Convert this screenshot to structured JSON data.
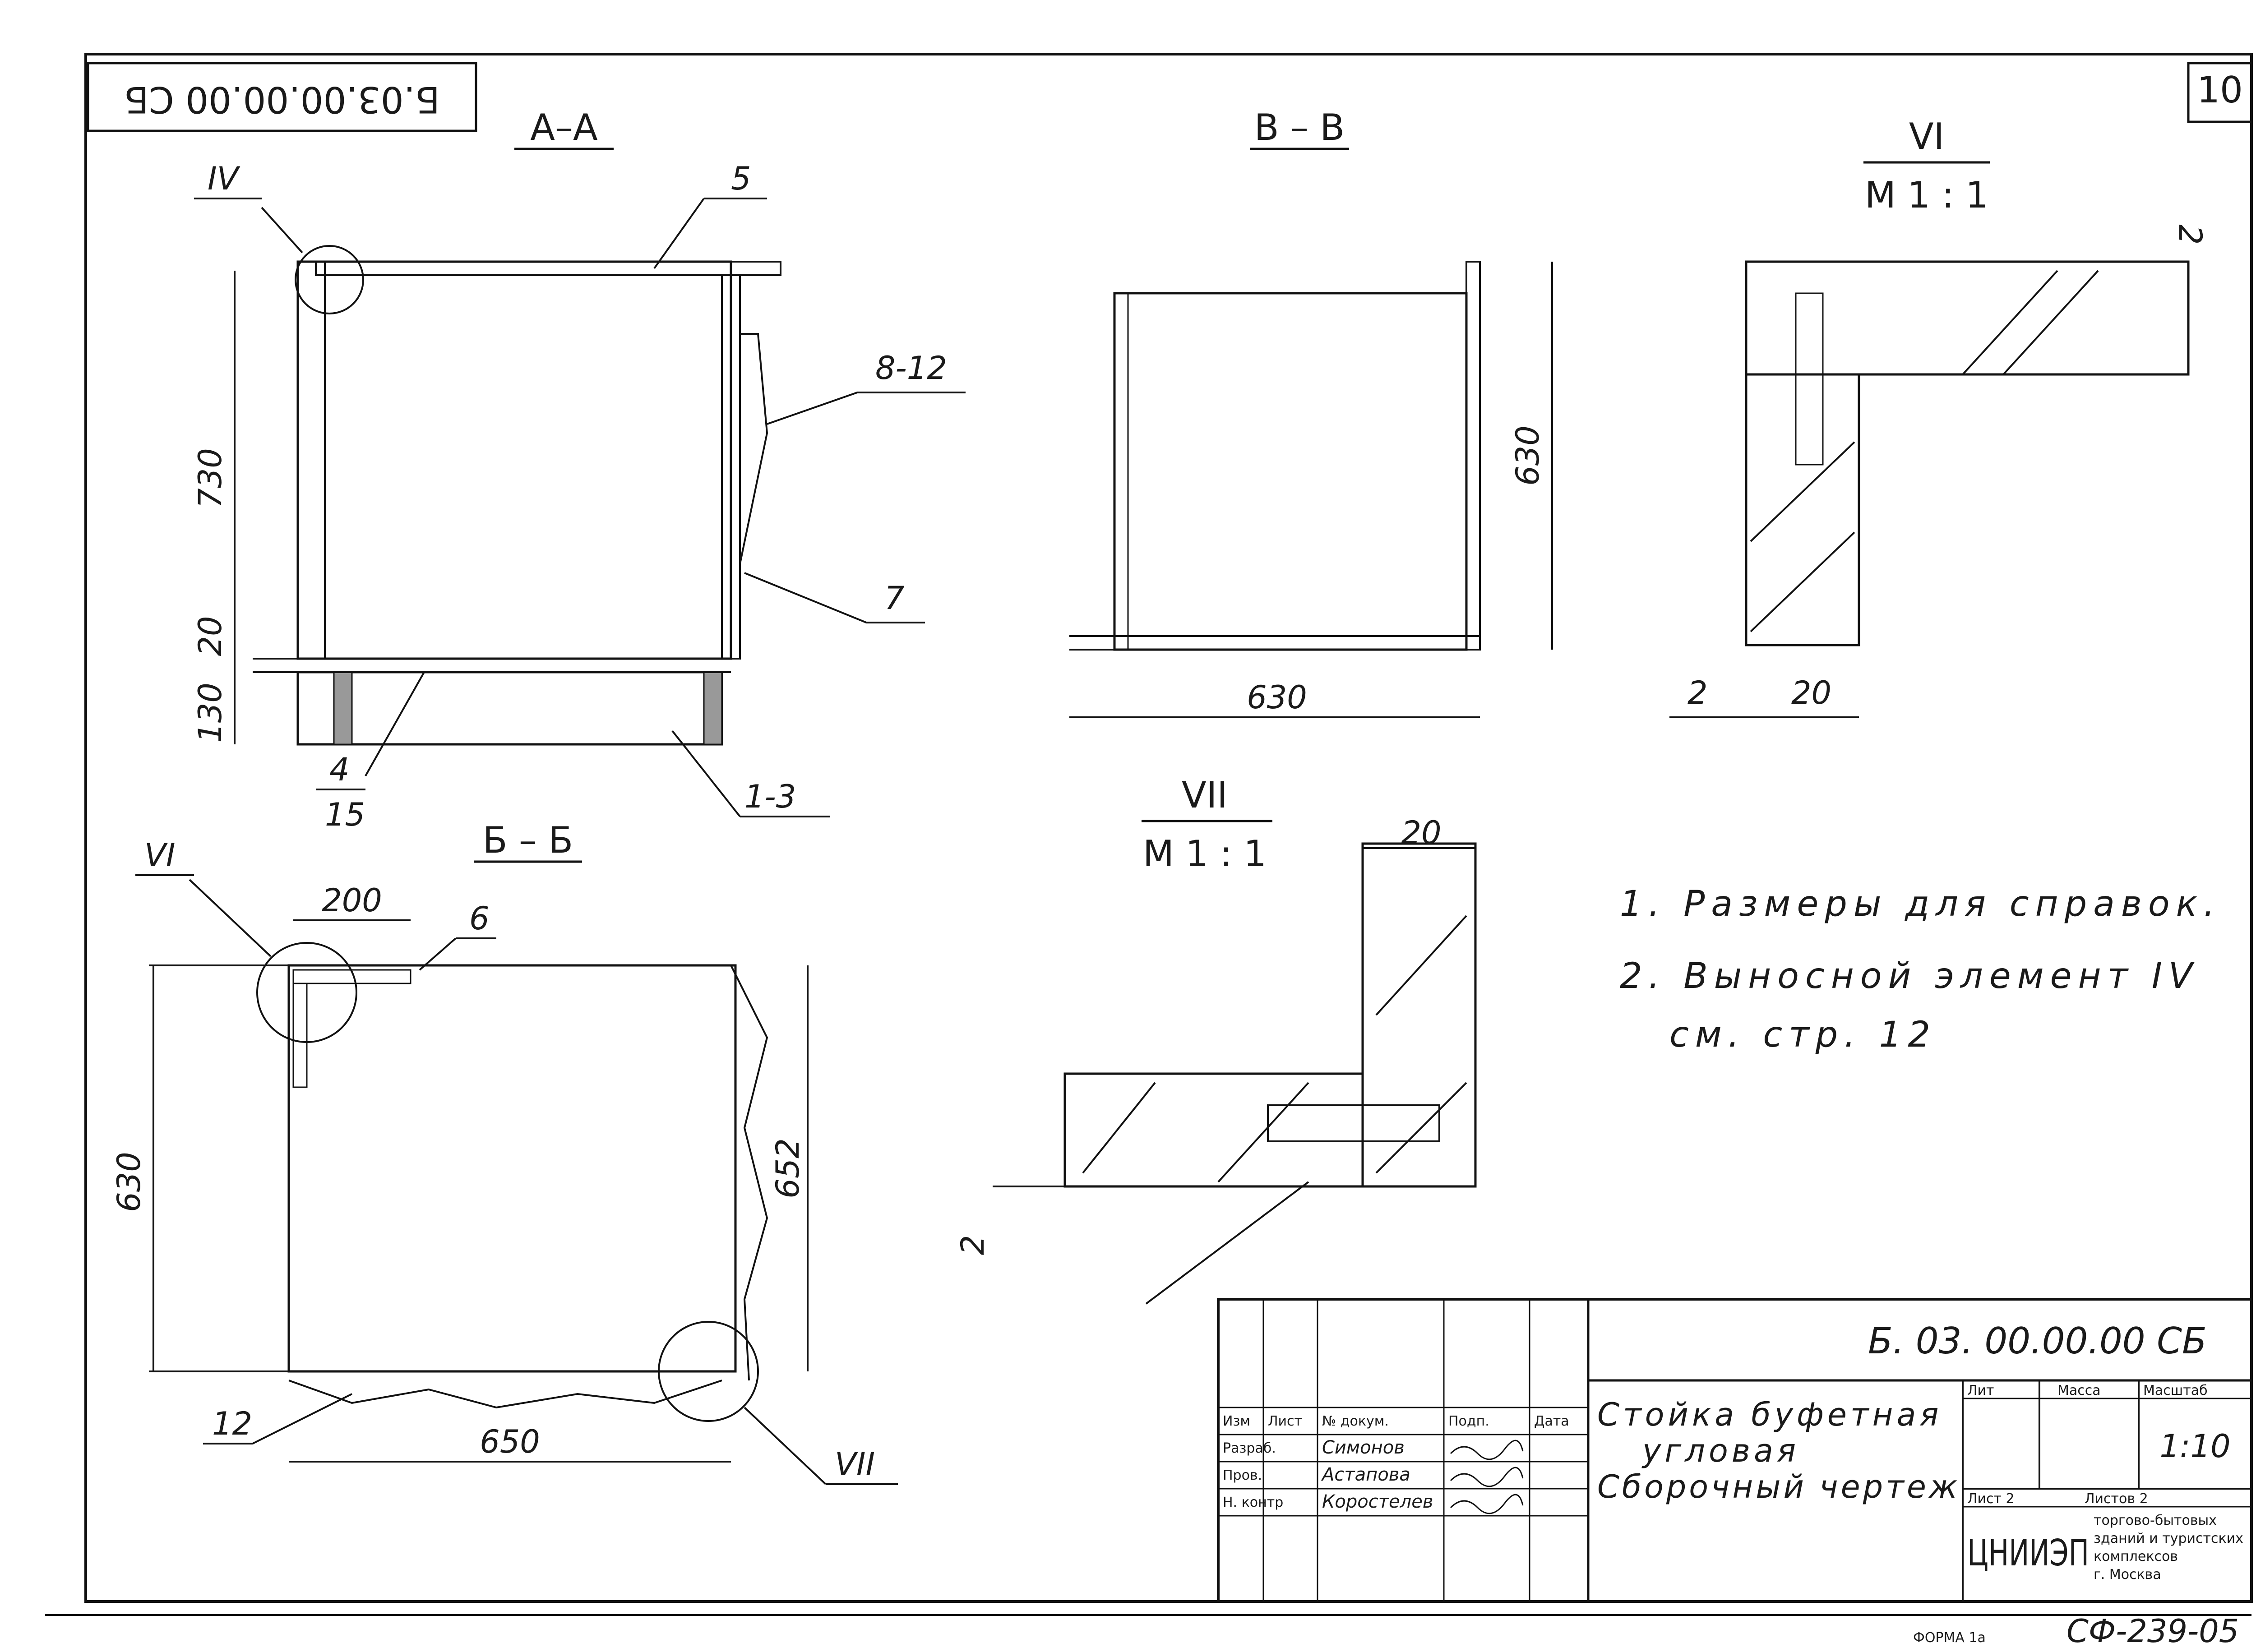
{
  "sheet": {
    "code_rotated": "Б.03.00.00.00 СБ",
    "page_number": "10",
    "format": "ФОРМА 1а",
    "code_bottom": "СФ-239-05"
  },
  "section_aa": {
    "title": "А–А",
    "dims": [
      "730",
      "20",
      "130"
    ],
    "leaders": [
      "IV",
      "5",
      "8-12",
      "7",
      "4",
      "15",
      "1-3"
    ]
  },
  "section_vv": {
    "title": "В – В",
    "dims": [
      "630",
      "630"
    ]
  },
  "detail_vi": {
    "title": "VI",
    "scale": "М 1 : 1",
    "dims": [
      "2",
      "2",
      "20"
    ]
  },
  "section_bb": {
    "title": "Б – Б",
    "dims": [
      "200",
      "6",
      "630",
      "652",
      "650"
    ],
    "leaders": [
      "VI",
      "12",
      "VII"
    ]
  },
  "detail_vii": {
    "title": "VII",
    "scale": "М 1 : 1",
    "dims": [
      "20",
      "2"
    ]
  },
  "notes": [
    "1.  Размеры для справок.",
    "2.  Выносной элемент IV",
    "см. стр. 12"
  ],
  "title_block": {
    "designation": "Б. 03. 00.00.00 СБ",
    "name_lines": [
      "Стойка буфетная",
      "угловая",
      "Сборочный чертеж"
    ],
    "headers": [
      "Изм",
      "Лист",
      "№ докум.",
      "Подп.",
      "Дата"
    ],
    "roles": [
      "Разраб.",
      "Пров.",
      "Н. контр"
    ],
    "people": [
      "Симонов",
      "Астапова",
      "Коростелев"
    ],
    "col_labels": [
      "Лит",
      "Масса",
      "Масштаб"
    ],
    "scale": "1:10",
    "sheet_label": "Лист 2",
    "sheets_label": "Листов 2",
    "org_logo": "ЦНИИЭП",
    "org_lines": [
      "торгово-бытовых",
      "зданий и туристских",
      "комплексов",
      "г. Москва"
    ]
  }
}
